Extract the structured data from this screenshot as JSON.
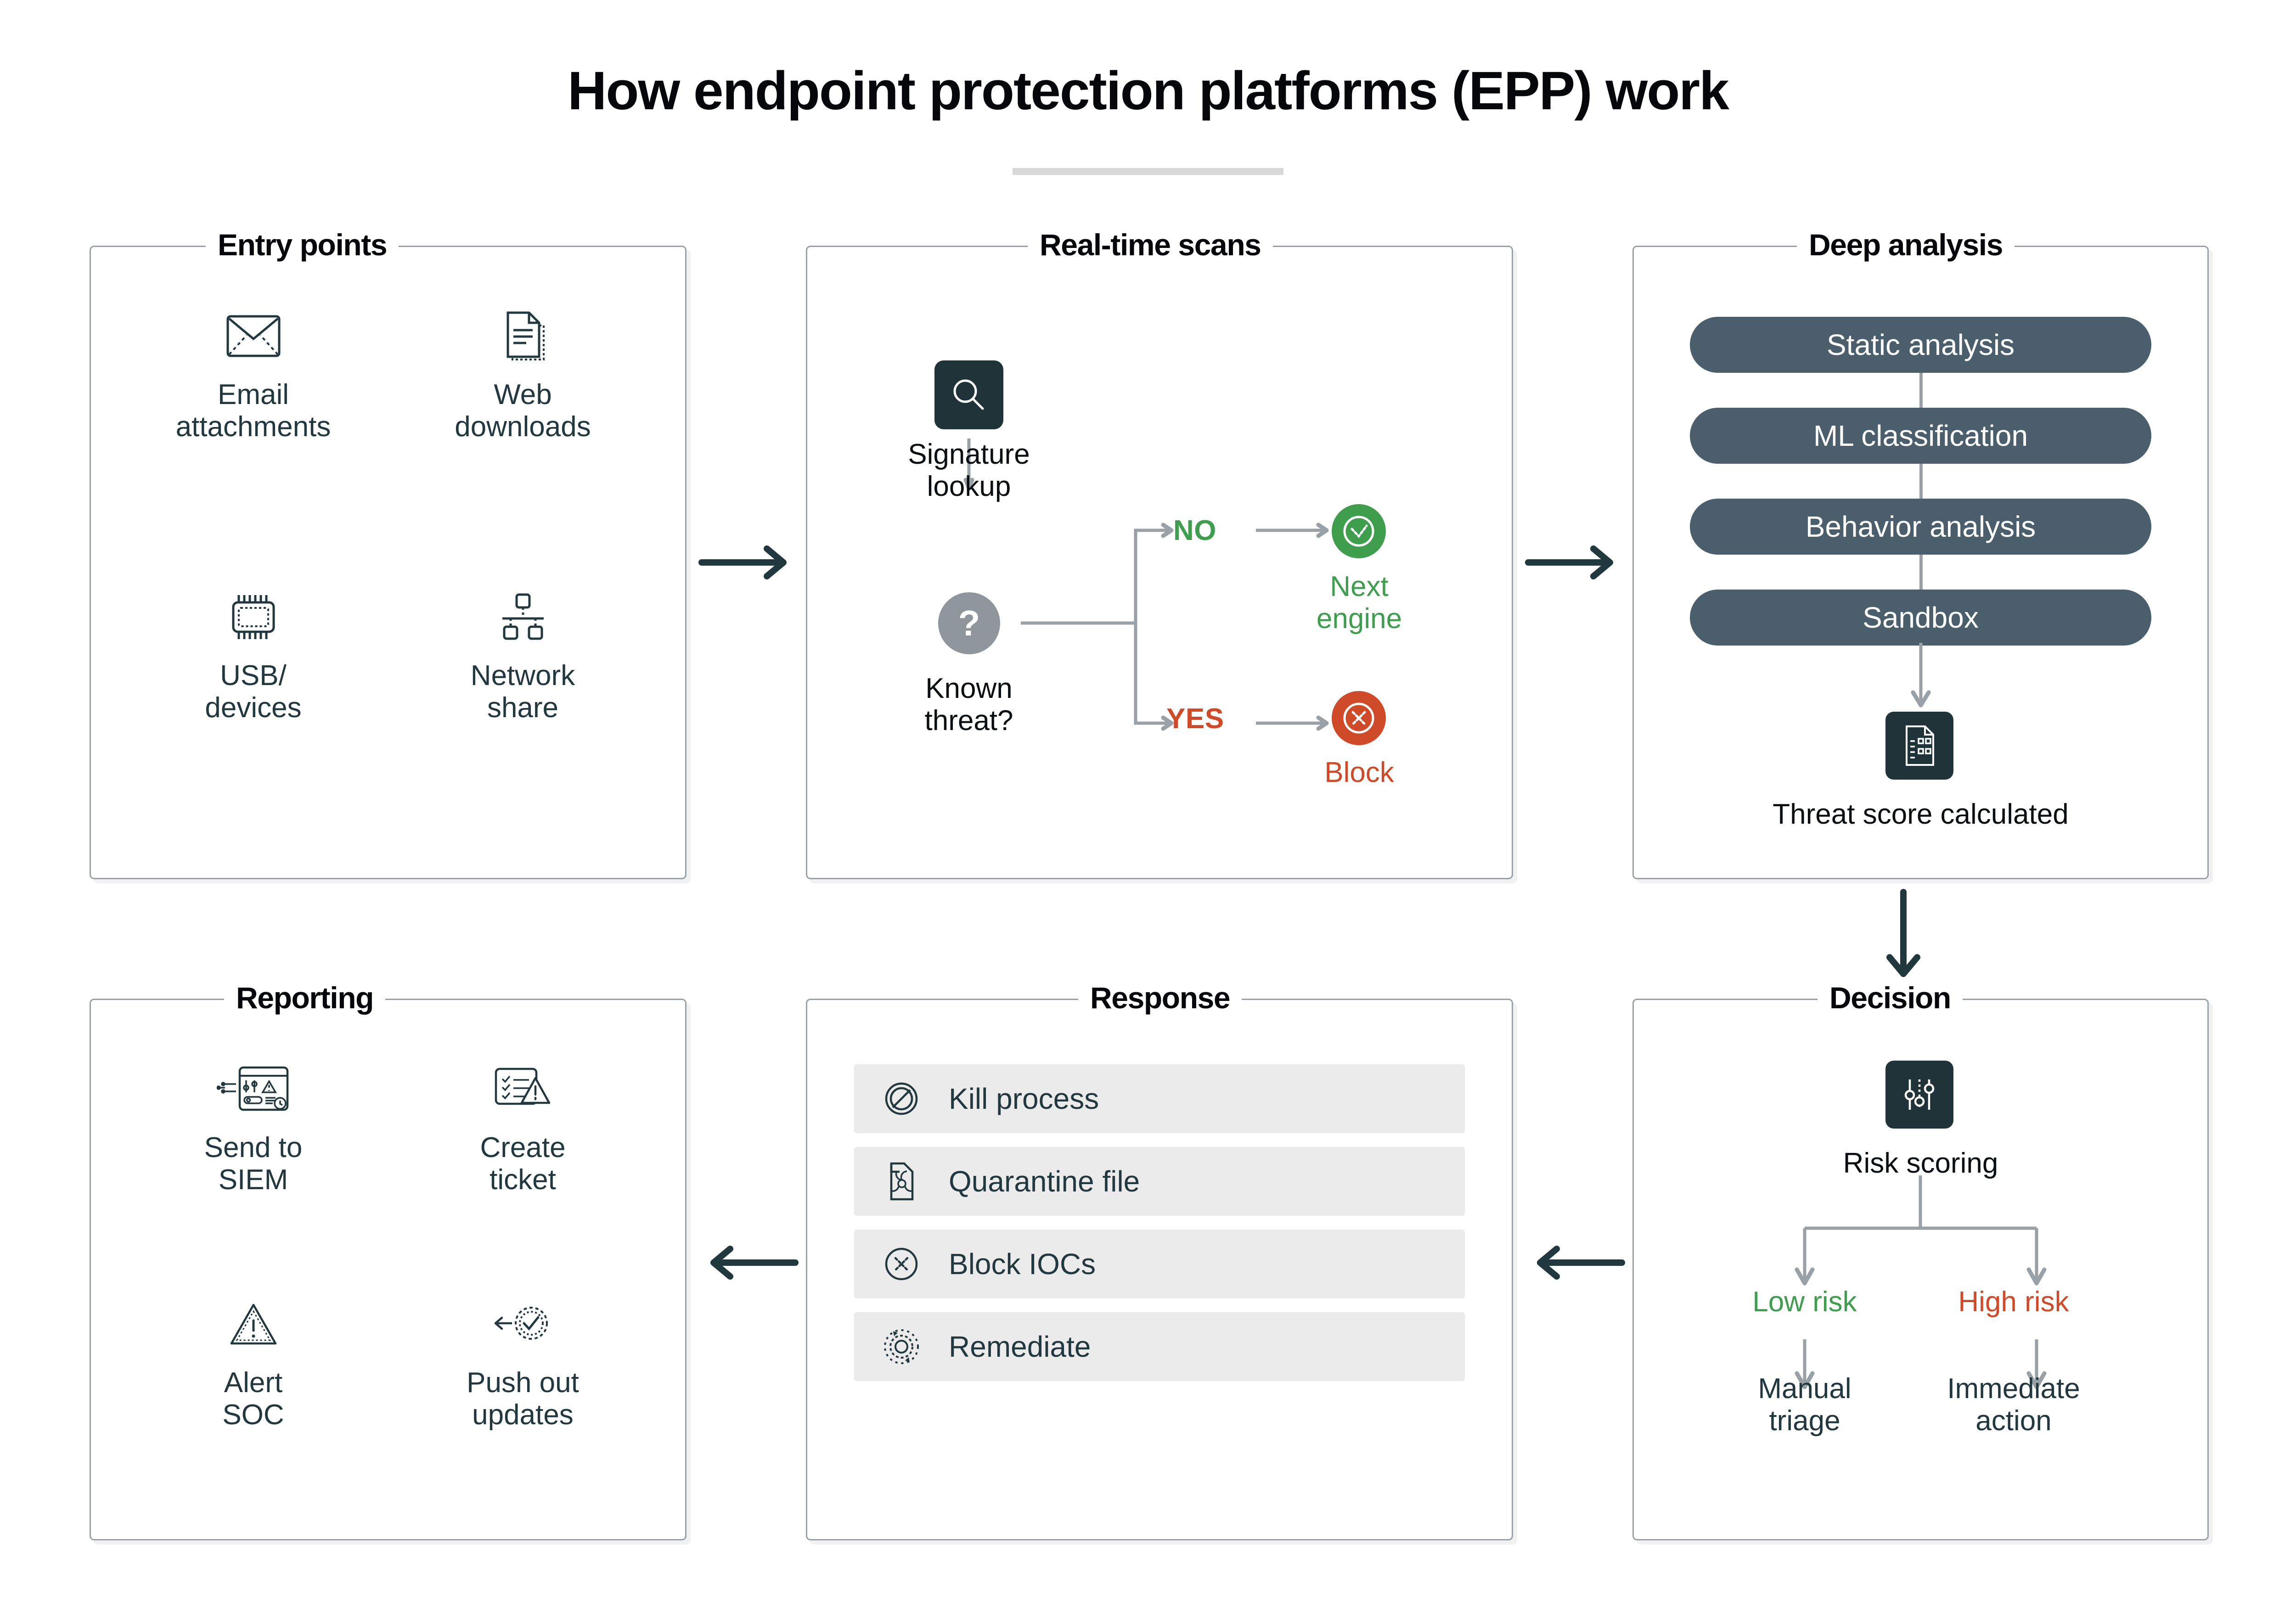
{
  "title": "How endpoint protection platforms (EPP) work",
  "panels": {
    "entry": {
      "title": "Entry points",
      "items": [
        {
          "icon": "envelope-icon",
          "label": "Email\nattachments"
        },
        {
          "icon": "documents-icon",
          "label": "Web\ndownloads"
        },
        {
          "icon": "chip-icon",
          "label": "USB/\ndevices"
        },
        {
          "icon": "network-share-icon",
          "label": "Network\nshare"
        }
      ]
    },
    "scans": {
      "title": "Real-time scans",
      "signature_icon": "magnifier-icon",
      "signature_label": "Signature\nlookup",
      "decision_glyph": "?",
      "decision_label": "Known\nthreat?",
      "branch_no": "NO",
      "branch_yes": "YES",
      "outcome_no_icon": "check-circle-icon",
      "outcome_no_label": "Next\nengine",
      "outcome_yes_icon": "x-circle-icon",
      "outcome_yes_label": "Block"
    },
    "deep": {
      "title": "Deep analysis",
      "pills": [
        "Static analysis",
        "ML classification",
        "Behavior analysis",
        "Sandbox"
      ],
      "result_icon": "report-checklist-icon",
      "result_label": "Threat score calculated"
    },
    "decision": {
      "title": "Decision",
      "scoring_icon": "sliders-icon",
      "scoring_label": "Risk scoring",
      "low_label": "Low risk",
      "high_label": "High risk",
      "low_outcome": "Manual\ntriage",
      "high_outcome": "Immediate\naction"
    },
    "response": {
      "title": "Response",
      "items": [
        {
          "icon": "no-entry-icon",
          "label": "Kill process"
        },
        {
          "icon": "biohazard-file-icon",
          "label": "Quarantine file"
        },
        {
          "icon": "x-circle-outline-icon",
          "label": "Block IOCs"
        },
        {
          "icon": "gear-refresh-icon",
          "label": "Remediate"
        }
      ]
    },
    "reporting": {
      "title": "Reporting",
      "items": [
        {
          "icon": "siem-dashboard-icon",
          "label": "Send to\nSIEM"
        },
        {
          "icon": "ticket-alert-icon",
          "label": "Create\nticket"
        },
        {
          "icon": "warning-triangle-icon",
          "label": "Alert\nSOC"
        },
        {
          "icon": "gear-check-icon",
          "label": "Push out\nupdates"
        }
      ]
    }
  },
  "connectors": [
    {
      "name": "entry-to-scans",
      "direction": "right"
    },
    {
      "name": "scans-to-deep",
      "direction": "right"
    },
    {
      "name": "deep-to-decision",
      "direction": "down"
    },
    {
      "name": "decision-to-response",
      "direction": "left"
    },
    {
      "name": "response-to-reporting",
      "direction": "left"
    }
  ],
  "colors": {
    "ink": "#0b0e11",
    "slate": "#22383f",
    "dark_tile": "#1f3338",
    "pill": "#4a5f6b",
    "green": "#3f9e4d",
    "red": "#cf4a28",
    "gray_line": "#9aa1a6",
    "gray_circle": "#8e969c",
    "row_bg": "#ebebeb",
    "rule": "#d8d8d8"
  }
}
